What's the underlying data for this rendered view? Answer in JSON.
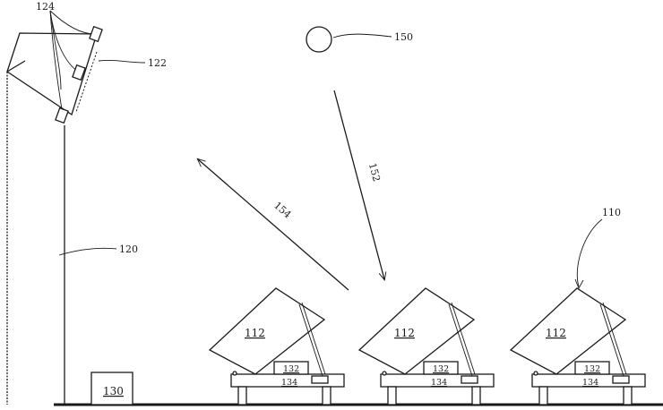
{
  "labels": {
    "ref_124": "124",
    "ref_122": "122",
    "ref_150": "150",
    "ref_152": "152",
    "ref_154": "154",
    "ref_110": "110",
    "ref_120": "120",
    "ref_130": "130",
    "ref_112": "112",
    "ref_132": "132",
    "ref_134": "134"
  },
  "colors": {
    "line": "#1a1a1a",
    "background": "#ffffff"
  }
}
